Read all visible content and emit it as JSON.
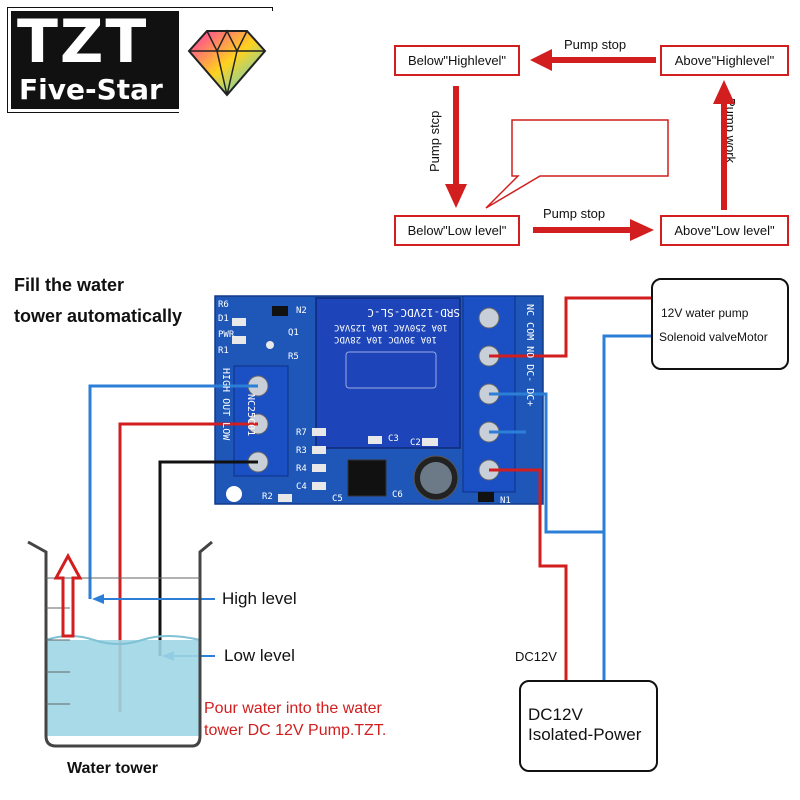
{
  "logo": {
    "brand_big": "TZT",
    "brand_small": "Five-Star"
  },
  "flow": {
    "box_below_high": "Below\"Highlevel\"",
    "box_above_high": "Above\"Highlevel\"",
    "box_below_low": "Below\"Low level\"",
    "box_above_low": "Above\"Low level\"",
    "arrow_top": "Pump stop",
    "arrow_bottom": "Pump stop",
    "arrow_left": "Pump stcp",
    "arrow_right": "Pump work",
    "callout_line1": "Pour water",
    "callout_line2": "into the wate"
  },
  "heading": {
    "line1": "Fill the water",
    "line2": "tower automatically"
  },
  "pcb": {
    "relay_model": "SRD-12VDC-SL-C",
    "relay_spec1": "10A 250VAC  10A 125VAC",
    "relay_spec2": "10A 30VDC  10A 28VDC",
    "board_name": "NC25C01",
    "terminals_left": "HIGH  OUT  LOW",
    "terminals_right": "NC  COM  NO  DC-  DC+",
    "silk": [
      "R6",
      "D1",
      "PWR",
      "R1",
      "N2",
      "Q1",
      "R5",
      "R7",
      "R3",
      "R4",
      "C4",
      "R2",
      "C5",
      "C3",
      "C2",
      "C6",
      "N1"
    ]
  },
  "load": {
    "line1": "12V water pump",
    "line2": "Solenoid valveMotor"
  },
  "power": {
    "wire_label": "DC12V",
    "box_line1": "DC12V",
    "box_line2": "Isolated-Power"
  },
  "tank": {
    "high_label": "High level",
    "low_label": "Low level",
    "caption": "Water tower",
    "red_note1": "Pour water into the water",
    "red_note2": "tower DC 12V Pump.TZT."
  },
  "colors": {
    "red": "#d21e1e",
    "blue": "#2b7fd6",
    "pcb": "#1f57b8",
    "terminal": "#1b4fc4",
    "water": "#9fd6e6"
  }
}
